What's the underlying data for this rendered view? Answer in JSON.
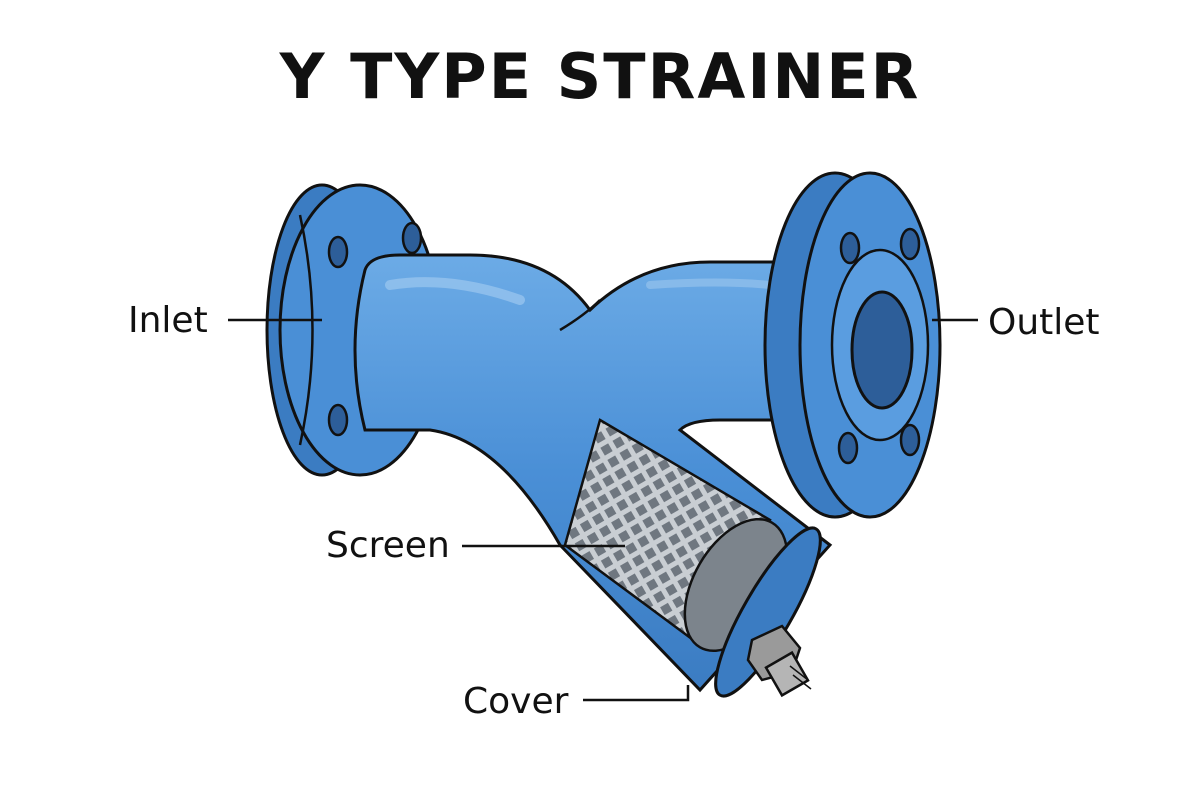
{
  "title": "Y TYPE STRAINER",
  "labels": {
    "inlet": "Inlet",
    "outlet": "Outlet",
    "screen": "Screen",
    "cover": "Cover"
  },
  "colors": {
    "body": "#4a8fd6",
    "body_light": "#6cabe6",
    "body_dark": "#2f6fb3",
    "outline": "#111111",
    "screen_mesh": "#9aa3ab",
    "bolt": "#8c8c8c",
    "bore": "#2d5e99"
  }
}
